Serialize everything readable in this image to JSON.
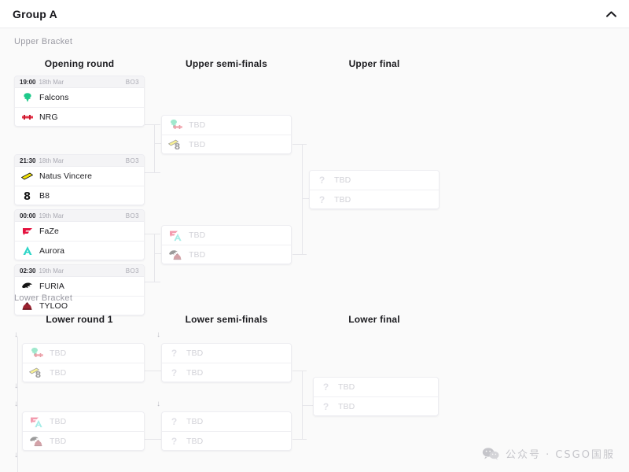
{
  "header": {
    "title": "Group A",
    "collapse_icon": "chevron-up-icon"
  },
  "sections": {
    "upper_label": "Upper Bracket",
    "lower_label": "Lower Bracket"
  },
  "rounds": {
    "opening": "Opening round",
    "upper_semis": "Upper semi-finals",
    "upper_final": "Upper final",
    "lower_r1": "Lower round 1",
    "lower_semis": "Lower semi-finals",
    "lower_final": "Lower final"
  },
  "tbd_label": "TBD",
  "teams": {
    "falcons": {
      "name": "Falcons",
      "color": "#1ec98a",
      "icon": "falcons-logo"
    },
    "nrg": {
      "name": "NRG",
      "color": "#e8344a",
      "icon": "nrg-logo"
    },
    "navi": {
      "name": "Natus Vincere",
      "color": "#f2e205",
      "icon": "navi-logo"
    },
    "b8": {
      "name": "B8",
      "color": "#151515",
      "icon": "b8-logo"
    },
    "faze": {
      "name": "FaZe",
      "color": "#e4123f",
      "icon": "faze-logo"
    },
    "aurora": {
      "name": "Aurora",
      "color": "#2fd6c8",
      "icon": "aurora-logo"
    },
    "furia": {
      "name": "FURIA",
      "color": "#141414",
      "icon": "furia-logo"
    },
    "tyloo": {
      "name": "TYLOO",
      "color": "#9b2230",
      "icon": "tyloo-logo"
    }
  },
  "matches": {
    "ub_o1": {
      "time": "19:00",
      "date": "18th Mar",
      "format": "BO3",
      "top": "Falcons",
      "bottom": "NRG"
    },
    "ub_o2": {
      "time": "21:30",
      "date": "18th Mar",
      "format": "BO3",
      "top": "Natus Vincere",
      "bottom": "B8"
    },
    "ub_o3": {
      "time": "00:00",
      "date": "19th Mar",
      "format": "BO3",
      "top": "FaZe",
      "bottom": "Aurora"
    },
    "ub_o4": {
      "time": "02:30",
      "date": "19th Mar",
      "format": "BO3",
      "top": "FURIA",
      "bottom": "TYLOO"
    },
    "ub_sf1": {
      "top": "TBD",
      "bottom": "TBD"
    },
    "ub_sf2": {
      "top": "TBD",
      "bottom": "TBD"
    },
    "ub_f": {
      "top": "TBD",
      "bottom": "TBD"
    },
    "lb_r1_1": {
      "top": "TBD",
      "bottom": "TBD"
    },
    "lb_r1_2": {
      "top": "TBD",
      "bottom": "TBD"
    },
    "lb_sf1": {
      "top": "TBD",
      "bottom": "TBD"
    },
    "lb_sf2": {
      "top": "TBD",
      "bottom": "TBD"
    },
    "lb_f": {
      "top": "TBD",
      "bottom": "TBD"
    }
  },
  "drop_arrow": "↓",
  "watermark": {
    "text": "公众号 · CSGO国服",
    "icon": "wechat-icon"
  },
  "colors": {
    "page_bg": "#fafafa",
    "card_bg": "#ffffff",
    "card_border": "#ededf1",
    "meta_bg": "#f4f4f6",
    "line": "#e6e6ea",
    "muted_text": "#9a9aa3",
    "tbd_text": "#d2d2d8"
  }
}
